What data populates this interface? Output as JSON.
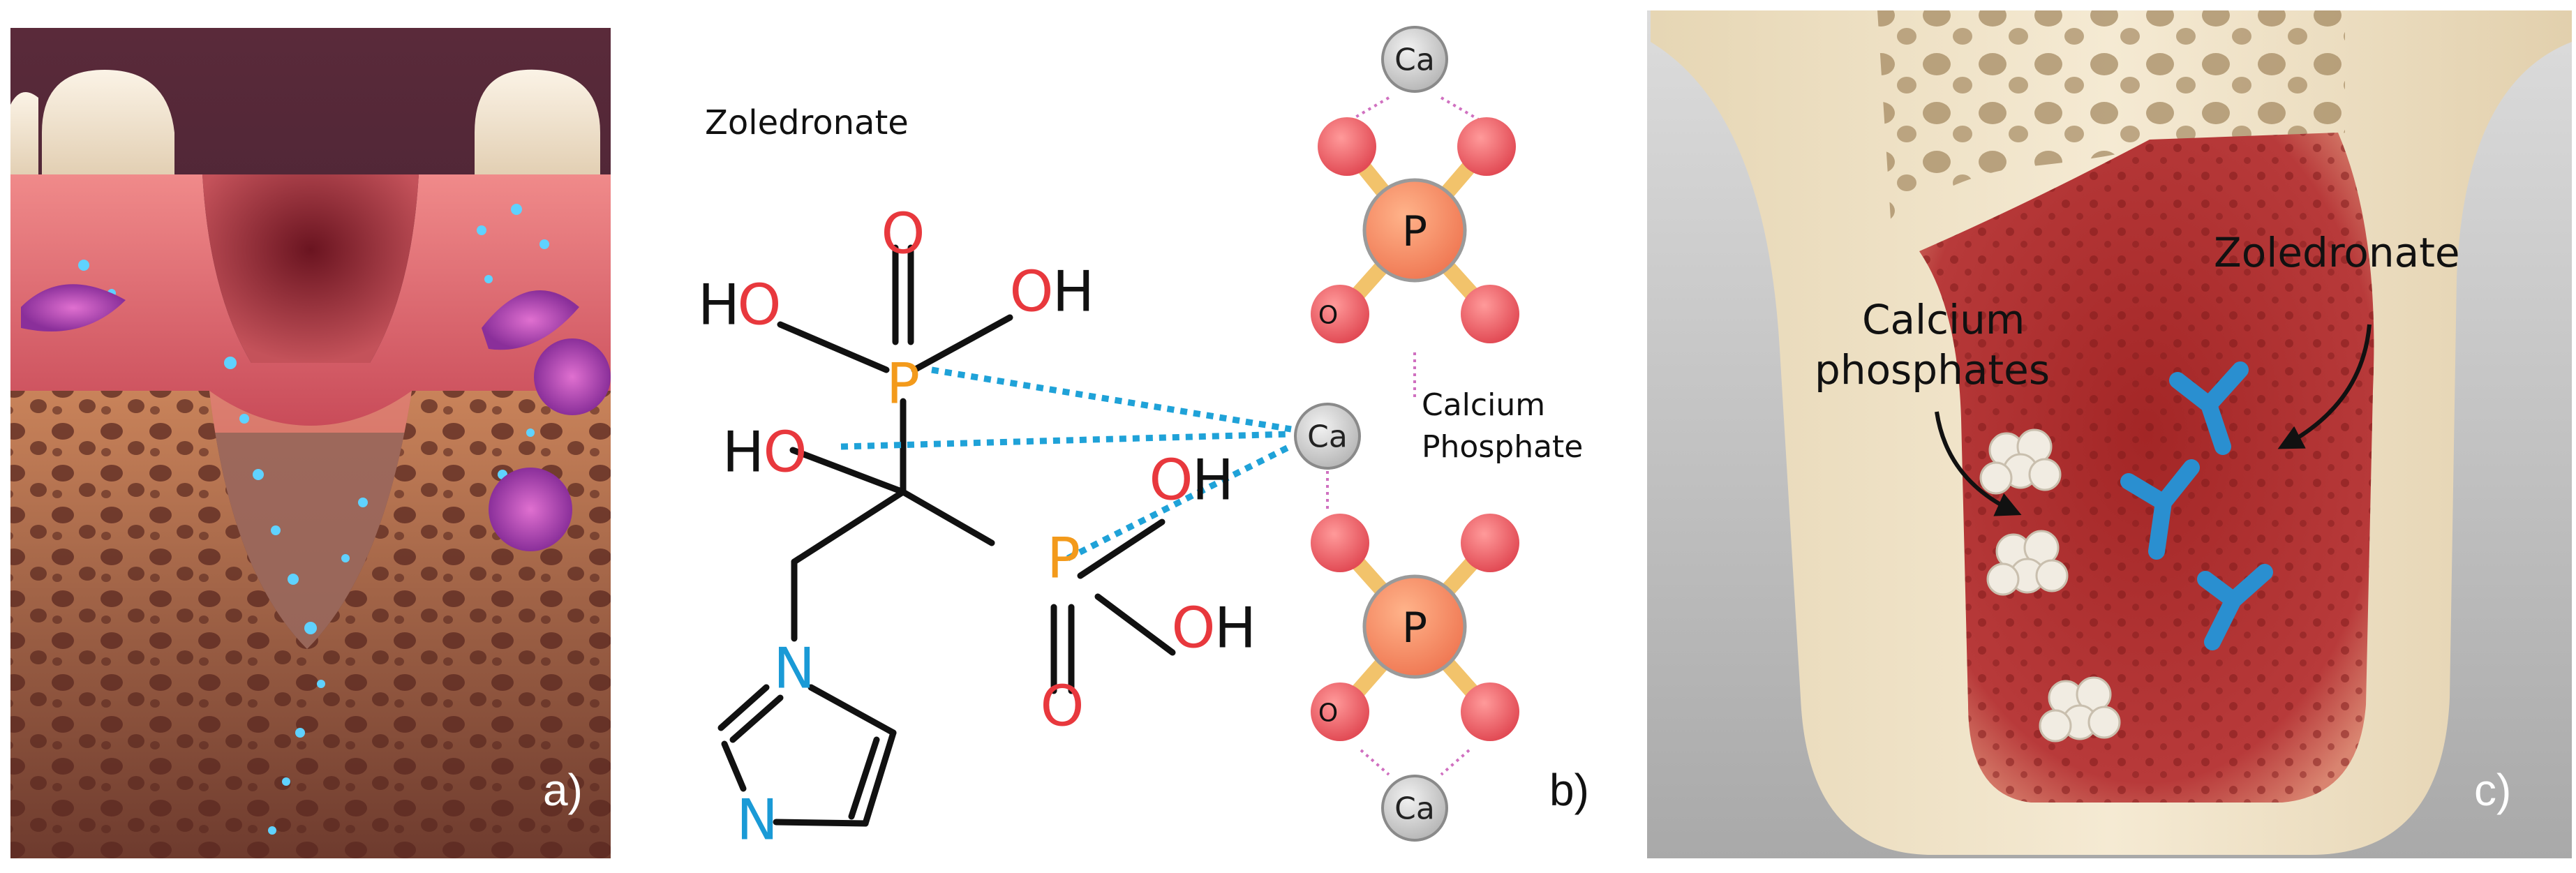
{
  "panel_a": {
    "label": "a)"
  },
  "panel_b": {
    "label": "b)",
    "molecule_name": "Zoledronate",
    "phosphorus": "P",
    "oxygen": "O",
    "hydroxyl_h": "H",
    "nitrogen": "N",
    "calcium": "Ca",
    "calcium_phosphate_line1": "Calcium",
    "calcium_phosphate_line2": "Phosphate",
    "colors": {
      "oxygen": "#e8383d",
      "phosphorus": "#f39a1b",
      "nitrogen": "#1a9ad6",
      "bond": "#111111",
      "interaction": "#1fa2d8",
      "sphere": "#ef6a6a"
    }
  },
  "panel_c": {
    "label": "c)",
    "calcium_phosphates_line1": "Calcium",
    "calcium_phosphates_line2": "phosphates",
    "zoledronate": "Zoledronate",
    "colors": {
      "bone": "#efe2c8",
      "socket": "#b32f2f",
      "zoledronate_marker": "#2a8fd0"
    }
  }
}
